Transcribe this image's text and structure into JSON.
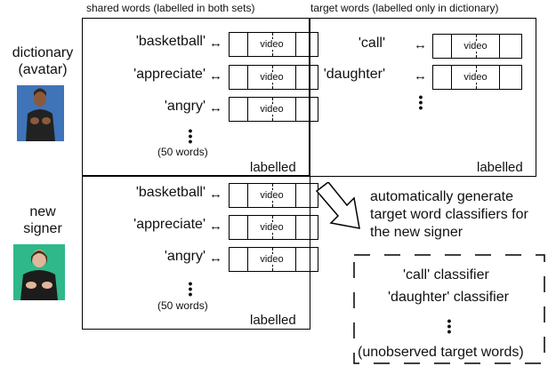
{
  "headers": {
    "shared": "shared words (labelled in both sets)",
    "target": "target words (labelled only in dictionary)"
  },
  "dictionary_label": {
    "line1": "dictionary",
    "line2": "(avatar)"
  },
  "new_signer_label": {
    "line1": "new",
    "line2": "signer"
  },
  "video_label": "video",
  "arrow_glyph": "↔",
  "shared_words": [
    "'basketball'",
    "'appreciate'",
    "'angry'"
  ],
  "target_words": [
    "'call'",
    "'daughter'"
  ],
  "word_count": "(50 words)",
  "labelled": "labelled",
  "generate_text": [
    "automatically generate",
    "target word classifiers for",
    "the new signer"
  ],
  "classifiers": [
    "'call' classifier",
    "'daughter' classifier"
  ],
  "unobserved": "(unobserved target words)",
  "colors": {
    "avatar_bg": "#3f74b8",
    "signer_bg": "#2fb889",
    "line": "#000000"
  }
}
